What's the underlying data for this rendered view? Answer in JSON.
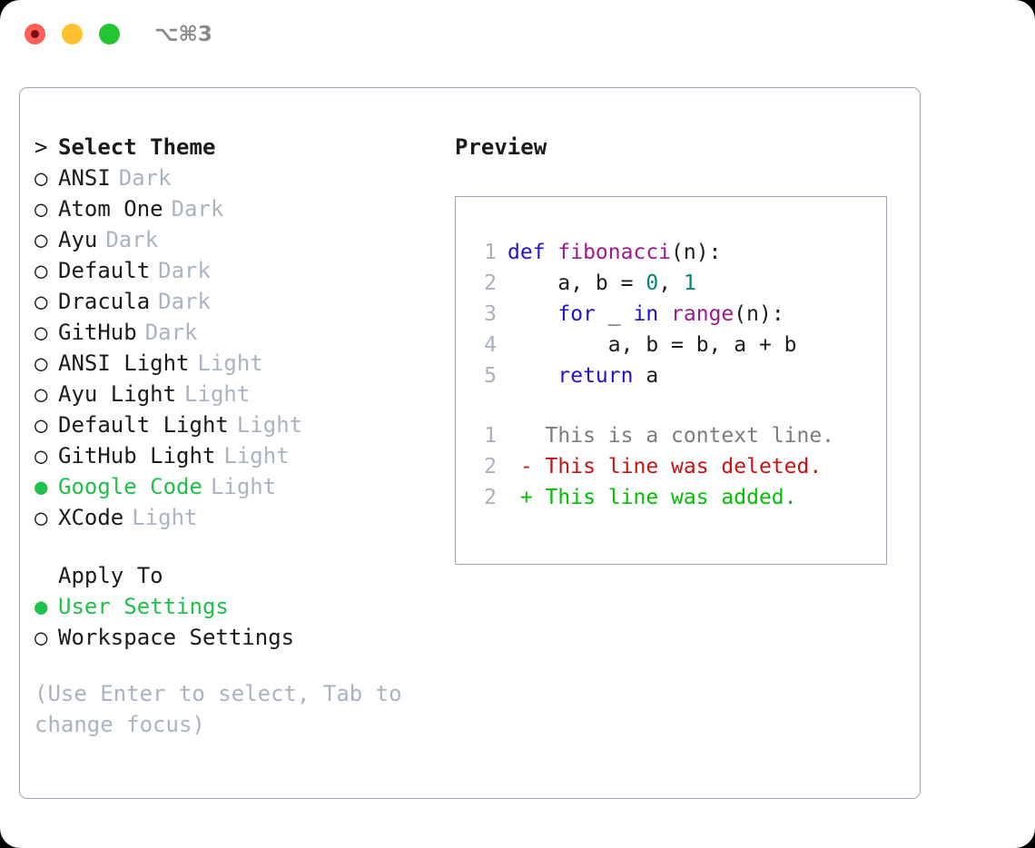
{
  "window": {
    "shortcut": "⌥⌘3",
    "traffic_lights": [
      {
        "name": "close",
        "color": "#ff5f57"
      },
      {
        "name": "minimize",
        "color": "#ffc12f"
      },
      {
        "name": "zoom",
        "color": "#23c632"
      }
    ]
  },
  "accent": {
    "selected_green": "#21bf4b",
    "muted": "#aab3c0",
    "border": "#9aa4b4"
  },
  "theme_picker": {
    "heading_prefix": ">",
    "heading": "Select Theme",
    "markers": {
      "selected": "●",
      "unselected": "○"
    },
    "items": [
      {
        "name": "ANSI",
        "tag": "Dark",
        "selected": false
      },
      {
        "name": "Atom One",
        "tag": "Dark",
        "selected": false
      },
      {
        "name": "Ayu",
        "tag": "Dark",
        "selected": false
      },
      {
        "name": "Default",
        "tag": "Dark",
        "selected": false
      },
      {
        "name": "Dracula",
        "tag": "Dark",
        "selected": false
      },
      {
        "name": "GitHub",
        "tag": "Dark",
        "selected": false
      },
      {
        "name": "ANSI Light",
        "tag": "Light",
        "selected": false
      },
      {
        "name": "Ayu Light",
        "tag": "Light",
        "selected": false
      },
      {
        "name": "Default Light",
        "tag": "Light",
        "selected": false
      },
      {
        "name": "GitHub Light",
        "tag": "Light",
        "selected": false
      },
      {
        "name": "Google Code",
        "tag": "Light",
        "selected": true
      },
      {
        "name": "XCode",
        "tag": "Light",
        "selected": false
      }
    ]
  },
  "apply_to": {
    "heading": "Apply To",
    "items": [
      {
        "name": "User Settings",
        "selected": true
      },
      {
        "name": "Workspace Settings",
        "selected": false
      }
    ]
  },
  "hint": "(Use Enter to select, Tab to change focus)",
  "preview": {
    "title": "Preview",
    "code_lines": [
      {
        "number": "1",
        "tokens": [
          {
            "t": "def ",
            "c": "kw"
          },
          {
            "t": "fibonacci",
            "c": "fn"
          },
          {
            "t": "(n):",
            "c": "pln"
          }
        ]
      },
      {
        "number": "2",
        "tokens": [
          {
            "t": "    a, b = ",
            "c": "pln"
          },
          {
            "t": "0",
            "c": "num"
          },
          {
            "t": ", ",
            "c": "pln"
          },
          {
            "t": "1",
            "c": "num"
          }
        ]
      },
      {
        "number": "3",
        "tokens": [
          {
            "t": "    ",
            "c": "pln"
          },
          {
            "t": "for",
            "c": "kw"
          },
          {
            "t": " _ ",
            "c": "pln"
          },
          {
            "t": "in",
            "c": "kw"
          },
          {
            "t": " ",
            "c": "pln"
          },
          {
            "t": "range",
            "c": "fn"
          },
          {
            "t": "(n):",
            "c": "pln"
          }
        ]
      },
      {
        "number": "4",
        "tokens": [
          {
            "t": "        a, b = b, a + b",
            "c": "pln"
          }
        ]
      },
      {
        "number": "5",
        "tokens": [
          {
            "t": "    ",
            "c": "pln"
          },
          {
            "t": "return",
            "c": "kw"
          },
          {
            "t": " a",
            "c": "pln"
          }
        ]
      }
    ],
    "diff_lines": [
      {
        "number": "1",
        "sign": " ",
        "text": "This is a context line.",
        "kind": "ctx"
      },
      {
        "number": "2",
        "sign": "-",
        "text": "This line was deleted.",
        "kind": "del"
      },
      {
        "number": "2",
        "sign": "+",
        "text": "This line was added.",
        "kind": "add"
      }
    ]
  }
}
